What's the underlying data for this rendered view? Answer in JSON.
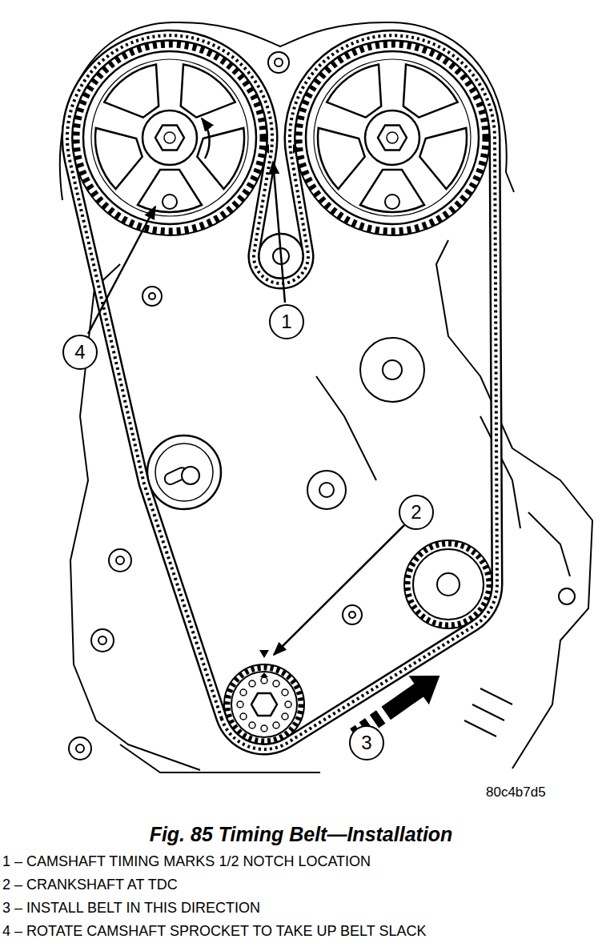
{
  "diagram": {
    "caption": "Fig. 85 Timing Belt—Installation",
    "nodes": [
      {
        "text": [
          "1"
        ]
      },
      {
        "text": [
          "4"
        ]
      },
      {
        "text": [
          "2"
        ]
      },
      {
        "text": [
          "3"
        ]
      }
    ],
    "labels": [
      "80c4b7d5",
      "1 – CAMSHAFT TIMING MARKS 1/2 NOTCH LOCATION",
      "2 – CRANKSHAFT AT TDC",
      "3 – INSTALL BELT IN THIS DIRECTION",
      "4 – ROTATE CAMSHAFT SPROCKET TO TAKE UP BELT SLACK"
    ]
  }
}
